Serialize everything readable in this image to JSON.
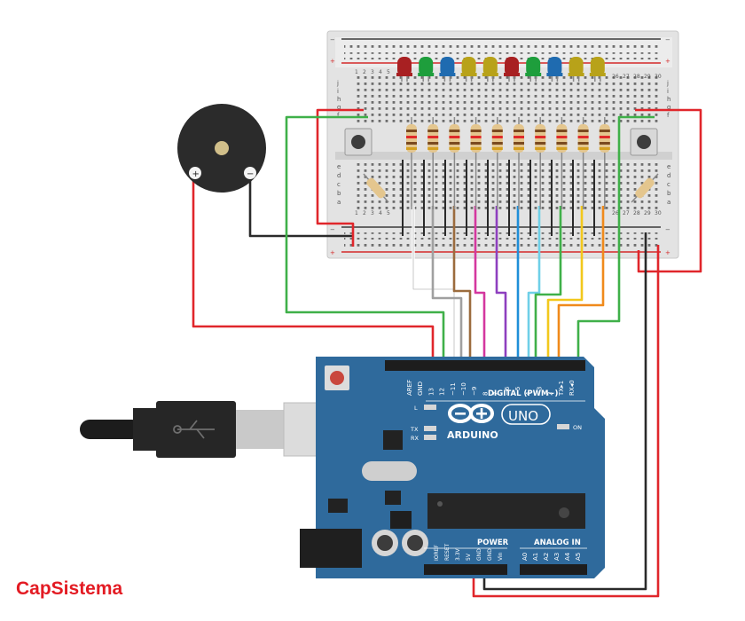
{
  "brand": "CapSistema",
  "arduino": {
    "logo_text": "ARDUINO",
    "model": "UNO",
    "digital_header": "DIGITAL (PWM~)",
    "power_header": "POWER",
    "analog_header": "ANALOG IN",
    "led_labels": [
      "L",
      "TX",
      "RX"
    ],
    "on_label": "ON",
    "digital_pins": [
      "AREF",
      "GND",
      "13",
      "12",
      "~11",
      "~10",
      "~9",
      "8",
      "7",
      "~6",
      "~5",
      "4",
      "~3",
      "2",
      "TX▸1",
      "RX◂0"
    ],
    "power_pins": [
      "IOREF",
      "RESET",
      "3.3V",
      "5V",
      "GND",
      "GND",
      "Vin"
    ],
    "analog_pins": [
      "A0",
      "A1",
      "A2",
      "A3",
      "A4",
      "A5"
    ]
  },
  "breadboard": {
    "row_letters_top": [
      "j",
      "i",
      "h",
      "g",
      "f"
    ],
    "row_letters_bottom": [
      "e",
      "d",
      "c",
      "b",
      "a"
    ],
    "column_numbers_left": [
      "1",
      "2",
      "3",
      "4",
      "5"
    ],
    "column_numbers_right": [
      "26",
      "27",
      "28",
      "29",
      "30"
    ],
    "rail_plus": "+",
    "rail_minus": "−"
  },
  "buzzer": {
    "plus": "+",
    "minus": "−"
  },
  "leds": [
    "red",
    "green",
    "blue",
    "olive",
    "olive",
    "red",
    "green",
    "blue",
    "olive",
    "olive"
  ],
  "colors": {
    "arduino": "#2f6a9c",
    "breadboard": "#e2e2e2",
    "wire_red": "#e0262b",
    "wire_black": "#2a2a2a",
    "wire_green": "#3fb049",
    "led_red": "#a82022",
    "led_green": "#1e9e3c",
    "led_blue": "#1f6bb0",
    "led_olive": "#b8a219"
  }
}
